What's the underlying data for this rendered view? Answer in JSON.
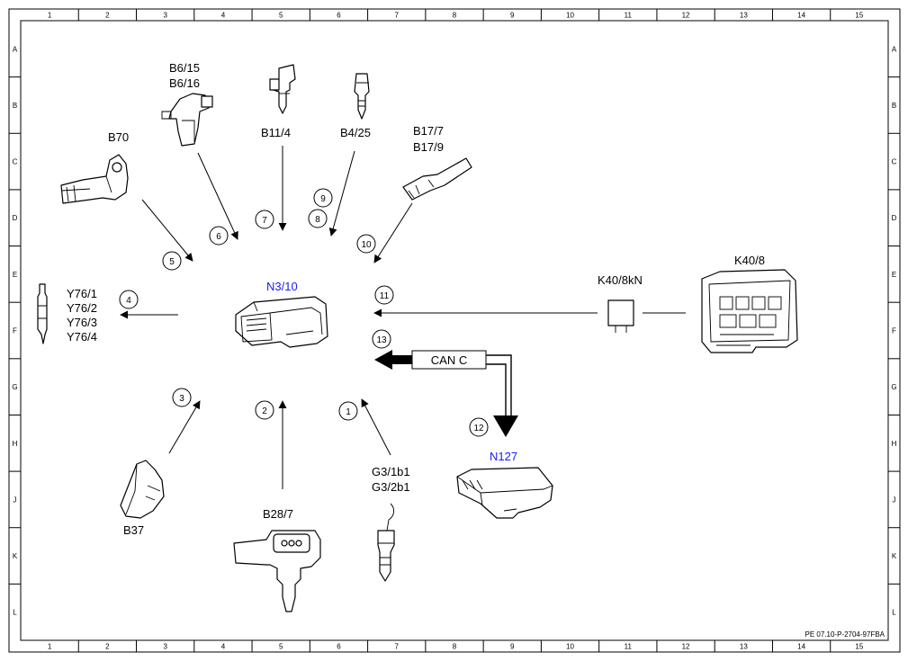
{
  "grid": {
    "columns": [
      "1",
      "2",
      "3",
      "4",
      "5",
      "6",
      "7",
      "8",
      "9",
      "10",
      "11",
      "12",
      "13",
      "14",
      "15"
    ],
    "rows": [
      "A",
      "B",
      "C",
      "D",
      "E",
      "F",
      "G",
      "H",
      "J",
      "K",
      "L"
    ]
  },
  "components": {
    "ecu": "N3/10",
    "b6": [
      "B6/15",
      "B6/16"
    ],
    "b70": "B70",
    "b11": "B11/4",
    "b4": "B4/25",
    "b17": [
      "B17/7",
      "B17/9"
    ],
    "y76": [
      "Y76/1",
      "Y76/2",
      "Y76/3",
      "Y76/4"
    ],
    "k40kn": "K40/8kN",
    "k40": "K40/8",
    "can": "CAN C",
    "n127": "N127",
    "b37": "B37",
    "b28": "B28/7",
    "g3": [
      "G3/1b1",
      "G3/2b1"
    ]
  },
  "numbers": {
    "n1": "1",
    "n2": "2",
    "n3": "3",
    "n4": "4",
    "n5": "5",
    "n6": "6",
    "n7": "7",
    "n8": "8",
    "n9": "9",
    "n10": "10",
    "n11": "11",
    "n12": "12",
    "n13": "13"
  },
  "reference": "PE 07.10-P-2704-97FBA",
  "colors": {
    "line": "#000000",
    "highlight": "#1a1aff",
    "background": "#ffffff"
  }
}
